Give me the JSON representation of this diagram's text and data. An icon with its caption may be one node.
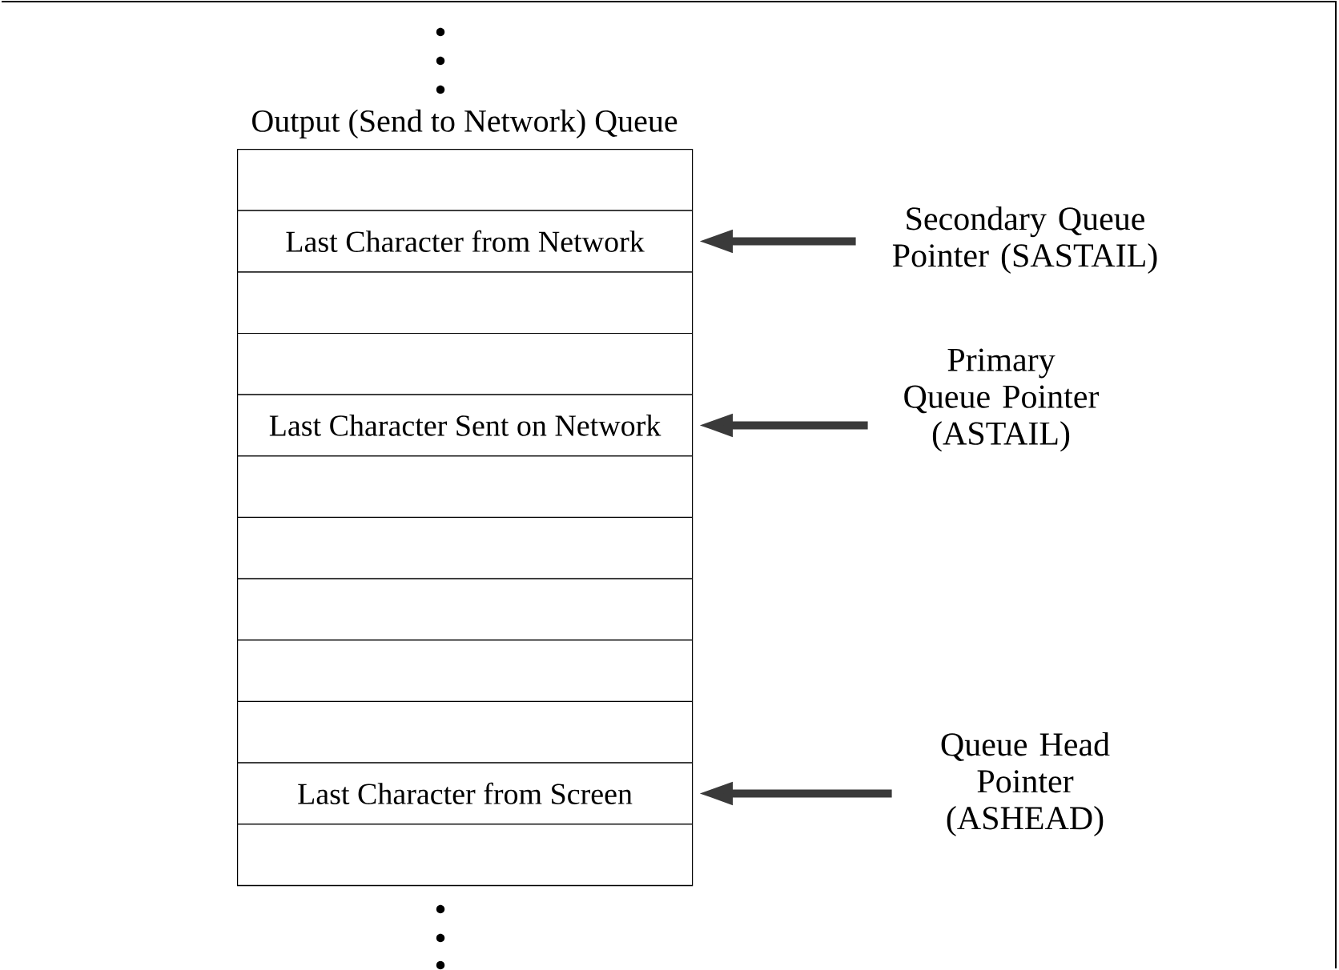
{
  "diagram": {
    "nodes": [
      {
        "text": [
          "Output (Send to Network) Queue"
        ]
      },
      {
        "text": [],
        "shape": "box",
        "in": 0
      },
      {
        "text": [
          "Last Character from Network"
        ],
        "in": 0
      },
      {
        "text": [],
        "shape": "box",
        "in": 0
      },
      {
        "text": [],
        "shape": "box",
        "in": 0
      },
      {
        "text": [
          "Last Character Sent on Network"
        ],
        "in": 0
      },
      {
        "text": [],
        "shape": "box",
        "in": 0
      },
      {
        "text": [],
        "shape": "box",
        "in": 0
      },
      {
        "text": [],
        "shape": "box",
        "in": 0
      },
      {
        "text": [],
        "shape": "box",
        "in": 0
      },
      {
        "text": [],
        "shape": "box",
        "in": 0
      },
      {
        "text": [
          "Last Character from Screen"
        ],
        "in": 0
      },
      {
        "text": [],
        "shape": "box",
        "in": 0
      },
      {
        "text": [
          "Secondary Queue Pointer (SASTAIL)"
        ]
      },
      {
        "text": [
          "Primary Queue Pointer (ASTAIL)"
        ]
      },
      {
        "text": [
          "Queue Head Pointer (ASHEAD)"
        ]
      }
    ],
    "edges": [
      {
        "from": 13,
        "to": 2,
        "arrow": "to"
      },
      {
        "from": 14,
        "to": 5,
        "arrow": "to"
      },
      {
        "from": 15,
        "to": 11,
        "arrow": "to"
      }
    ]
  }
}
